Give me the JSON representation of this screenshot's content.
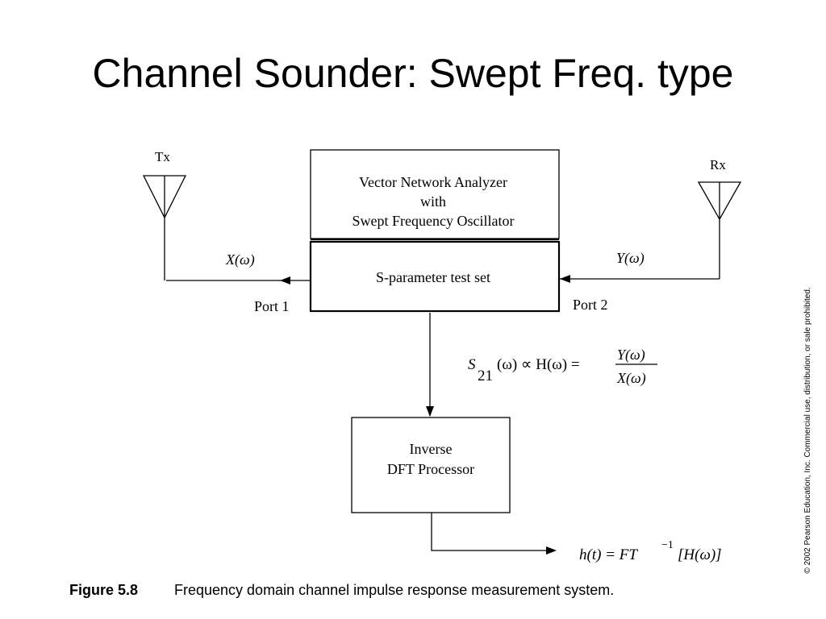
{
  "title": "Channel Sounder: Swept Freq. type",
  "diagram": {
    "tx_label": "Tx",
    "rx_label": "Rx",
    "vna_line1": "Vector Network Analyzer",
    "vna_line2": "with",
    "vna_line3": "Swept Frequency Oscillator",
    "sparam_label": "S-parameter test set",
    "port1_label": "Port 1",
    "port2_label": "Port 2",
    "x_signal": "X(ω)",
    "y_signal": "Y(ω)",
    "idft_line1": "Inverse",
    "idft_line2": "DFT Processor",
    "eq_s": "S",
    "eq_s_sub": "21",
    "eq_mid": "(ω) ∝ H(ω)  =",
    "eq_num": "Y(ω)",
    "eq_den": "X(ω)",
    "out_lhs": "h(t)  =  FT",
    "out_sup": "−1",
    "out_rhs": "[H(ω)]"
  },
  "caption": {
    "figure_label": "Figure 5.8",
    "text": "Frequency domain channel impulse response measurement system."
  },
  "copyright": "© 2002 Pearson Education, Inc. Commercial use, distribution, or sale prohibited."
}
